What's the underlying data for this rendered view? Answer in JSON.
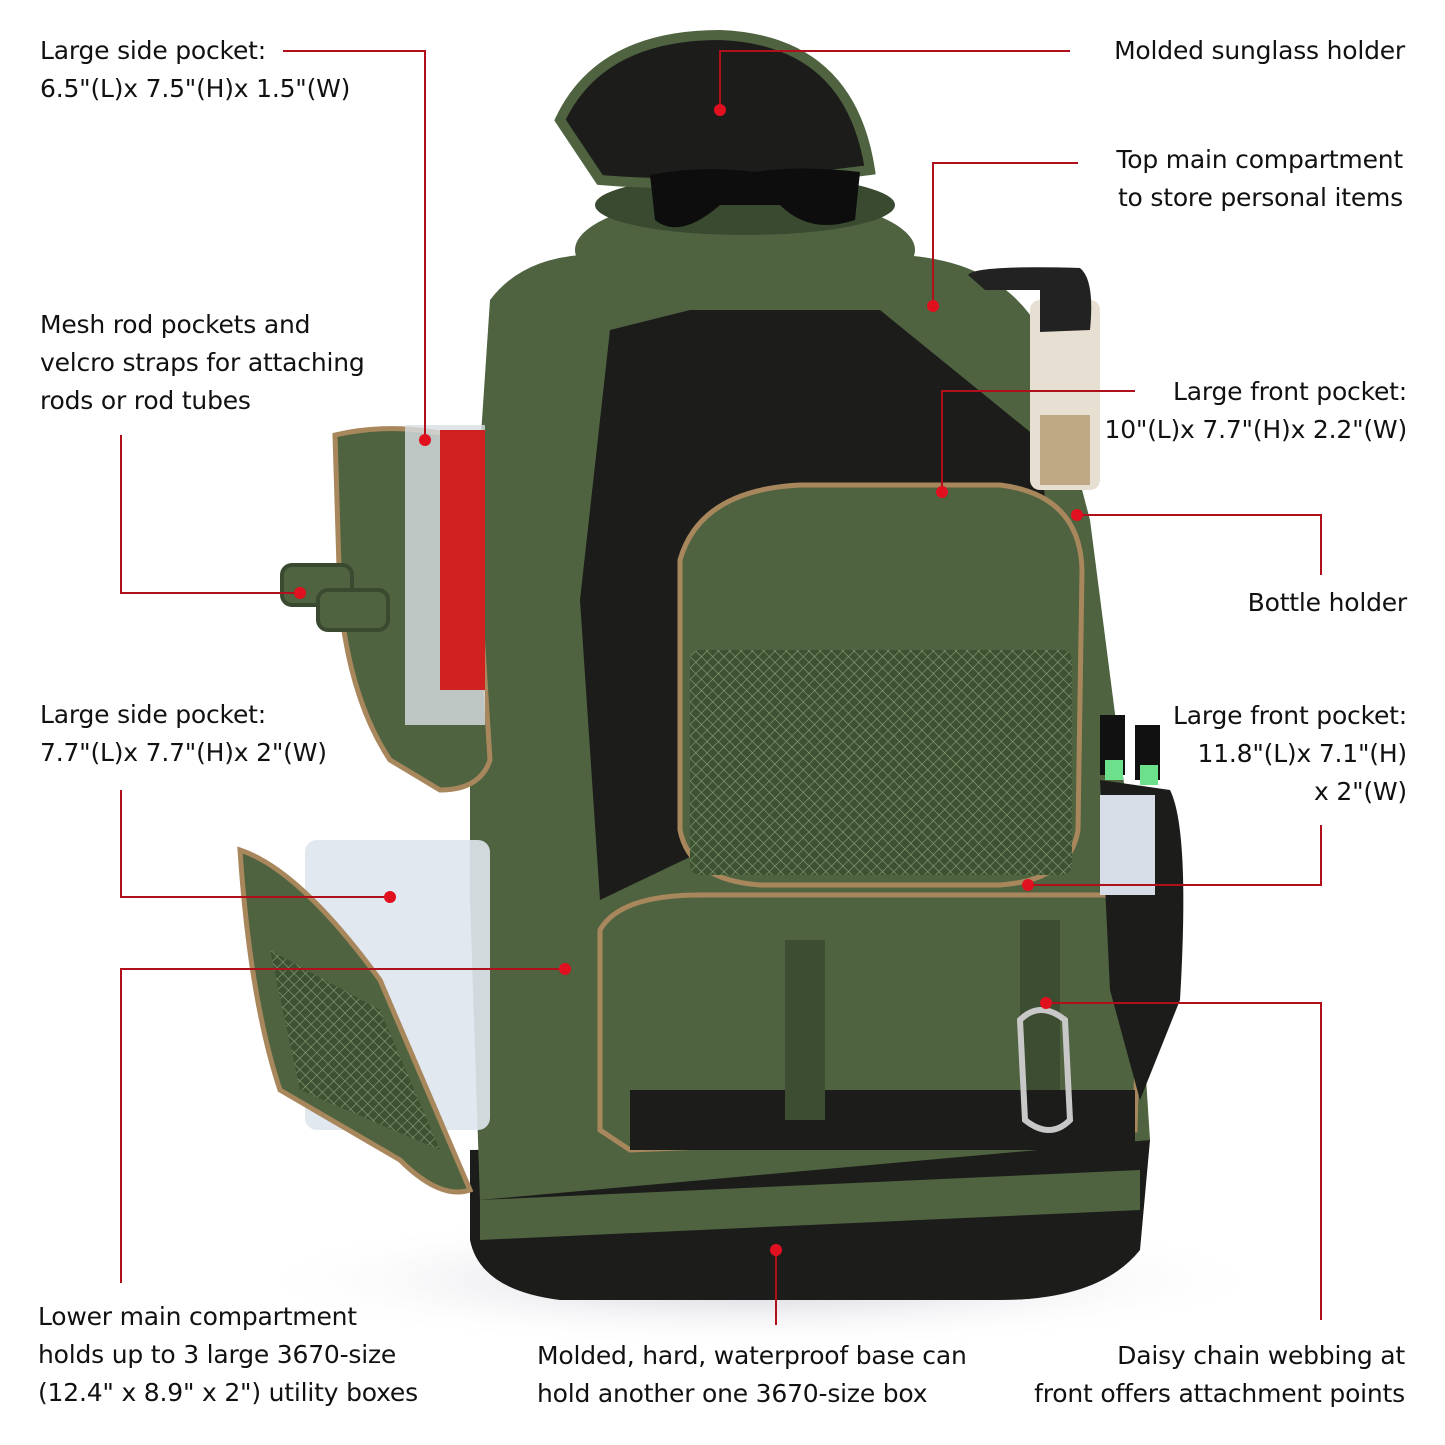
{
  "colors": {
    "leader_line": "#b0101c",
    "dot": "#e0101e",
    "bag_green": "#4f6340",
    "bag_black": "#1c1c1a",
    "piping": "#a8875c"
  },
  "callouts": [
    {
      "id": "side-pocket-small",
      "lines": [
        "Large side pocket:",
        "6.5\"(L)x 7.5\"(H)x 1.5\"(W)"
      ]
    },
    {
      "id": "sunglass-holder",
      "lines": [
        "Molded sunglass holder"
      ]
    },
    {
      "id": "top-main",
      "lines": [
        "Top main compartment",
        "to store personal items"
      ]
    },
    {
      "id": "mesh-rod",
      "lines": [
        "Mesh rod pockets and",
        "velcro straps for attaching",
        "rods or rod tubes"
      ]
    },
    {
      "id": "front-pocket-upper",
      "lines": [
        "Large front pocket:",
        "10\"(L)x 7.7\"(H)x 2.2\"(W)"
      ]
    },
    {
      "id": "bottle-holder",
      "lines": [
        "Bottle holder"
      ]
    },
    {
      "id": "side-pocket-large",
      "lines": [
        "Large side pocket:",
        "7.7\"(L)x 7.7\"(H)x 2\"(W)"
      ]
    },
    {
      "id": "front-pocket-lower",
      "lines": [
        "Large front pocket:",
        "11.8\"(L)x 7.1\"(H)",
        "x 2\"(W)"
      ]
    },
    {
      "id": "lower-main",
      "lines": [
        "Lower main compartment",
        "holds up to 3 large 3670-size",
        "(12.4\" x 8.9\" x 2\") utility boxes"
      ]
    },
    {
      "id": "base",
      "lines": [
        "Molded, hard, waterproof base can",
        "hold another one 3670-size box"
      ]
    },
    {
      "id": "daisy-chain",
      "lines": [
        "Daisy chain webbing at",
        "front offers attachment points"
      ]
    }
  ]
}
